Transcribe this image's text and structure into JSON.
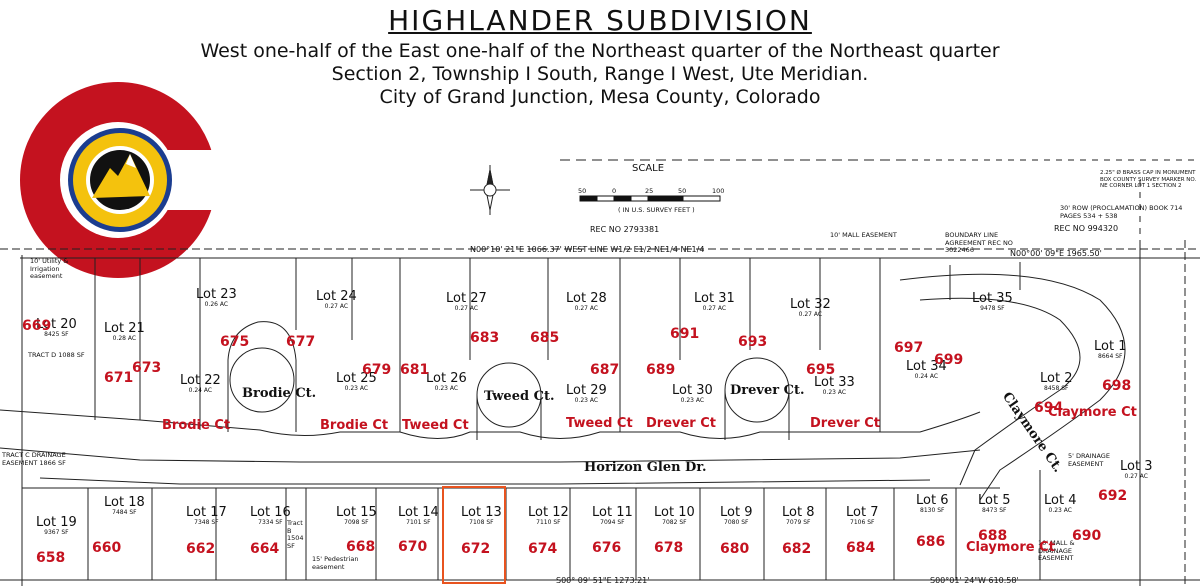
{
  "header": {
    "title": "HIGHLANDER SUBDIVISION",
    "line1": "West one-half of the East one-half of the Northeast quarter of the Northeast quarter",
    "line2": "Section 2, Township I South, Range I West, Ute Meridian.",
    "line3": "City of Grand Junction, Mesa County, Colorado"
  },
  "colors": {
    "logo_red": "#c4121f",
    "logo_blue": "#1b3d8f",
    "logo_gold": "#f4c20d",
    "address_red": "#c4121f",
    "highlight": "#e8531f"
  },
  "scale": {
    "title": "SCALE",
    "ticks": [
      "50",
      "0",
      "25",
      "50",
      "100"
    ],
    "units": "( IN U.S. SURVEY FEET )"
  },
  "rec_no_1": "REC NO 2793381",
  "rec_no_2": "REC NO 994320",
  "west_line": "N00°10' 21\"E 1066.37' WEST LINE W1/2 E1/2 NE1/4 NE1/4",
  "north_line": "N00°00' 09\"E 1965.50'",
  "south_line_1": "S00°01' 24\"W 610.58'",
  "south_line_2": "S00° 09' 51\"E 1273.21'",
  "annotations": {
    "utility": "10' Utility & Irrigation easement",
    "tract_d": "TRACT D 1088 SF",
    "tract_c": "TRACT C DRAINAGE EASEMENT 1866 SF",
    "boundary": "BOUNDARY LINE AGREEMENT REC NO 3022466",
    "row": "30' ROW (PROCLAMATION) BOOK 714 PAGES 534 + 538",
    "brass_cap": "2.25\" Ø BRASS CAP IN MONUMENT BOX COUNTY SURVEY MARKER NO. NE CORNER LOT 1 SECTION 2",
    "mall_easement": "10' MALL EASEMENT",
    "pedestrian": "15' Pedestrian easement",
    "tract_b": "Tract B 1504 SF",
    "mall_drainage": "10' MALL & DRAINAGE EASEMENT",
    "drainage_easement_3": "5' DRAINAGE EASEMENT"
  },
  "streets": {
    "brodie_ct_label": "Brodie Ct.",
    "tweed_ct_label": "Tweed Ct.",
    "drever_ct_label": "Drever Ct.",
    "horizon_glen": "Horizon Glen Dr.",
    "claymore_ct_label": "Claymore Ct.",
    "brodie_red_1": "Brodie Ct",
    "brodie_red_2": "Brodie Ct",
    "tweed_red_1": "Tweed Ct",
    "tweed_red_2": "Tweed Ct",
    "drever_red_1": "Drever Ct",
    "drever_red_2": "Drever Ct",
    "claymore_red_1": "Claymore Ct",
    "claymore_red_2": "Claymore Ct"
  },
  "lots_top": [
    {
      "lot": "Lot 20",
      "area": "8425 SF",
      "addr": "669"
    },
    {
      "lot": "Lot 21",
      "area": "0.28 AC",
      "addr": "671"
    },
    {
      "lot": "Lot 22",
      "area": "0.24 AC",
      "addr": "673"
    },
    {
      "lot": "Lot 23",
      "area": "0.26 AC",
      "addr": "675"
    },
    {
      "lot": "Lot 24",
      "area": "0.27 AC",
      "addr": "677"
    },
    {
      "lot": "Lot 25",
      "area": "0.23 AC",
      "addr": "679"
    },
    {
      "lot": "Lot 26",
      "area": "0.23 AC",
      "addr": "681"
    },
    {
      "lot": "Lot 27",
      "area": "0.27 AC",
      "addr": "683"
    },
    {
      "lot": "Lot 28",
      "area": "0.27 AC",
      "addr": "685"
    },
    {
      "lot": "Lot 29",
      "area": "0.23 AC",
      "addr": "687"
    },
    {
      "lot": "Lot 30",
      "area": "0.23 AC",
      "addr": "689"
    },
    {
      "lot": "Lot 31",
      "area": "0.27 AC",
      "addr": "691"
    },
    {
      "lot": "Lot 32",
      "area": "0.27 AC",
      "addr": "693"
    },
    {
      "lot": "Lot 33",
      "area": "0.23 AC",
      "addr": "695"
    },
    {
      "lot": "Lot 34",
      "area": "0.24 AC",
      "addr": "697"
    },
    {
      "lot": "Lot 35",
      "area": "9478 SF",
      "addr": "699"
    },
    {
      "lot": "Lot 1",
      "area": "8664 SF",
      "addr": "698"
    },
    {
      "lot": "Lot 2",
      "area": "8458 SF",
      "addr": "694"
    },
    {
      "lot": "Lot 3",
      "area": "0.27 AC",
      "addr": "692"
    }
  ],
  "lots_bottom": [
    {
      "lot": "Lot 19",
      "area": "9367 SF",
      "addr": "658"
    },
    {
      "lot": "Lot 18",
      "area": "7484 SF",
      "addr": "660"
    },
    {
      "lot": "Lot 17",
      "area": "7348 SF",
      "addr": "662"
    },
    {
      "lot": "Lot 16",
      "area": "7334 SF",
      "addr": "664"
    },
    {
      "lot": "Lot 15",
      "area": "7098 SF",
      "addr": "668"
    },
    {
      "lot": "Lot 14",
      "area": "7101 SF",
      "addr": "670"
    },
    {
      "lot": "Lot 13",
      "area": "7108 SF",
      "addr": "672"
    },
    {
      "lot": "Lot 12",
      "area": "7110 SF",
      "addr": "674"
    },
    {
      "lot": "Lot 11",
      "area": "7094 SF",
      "addr": "676"
    },
    {
      "lot": "Lot 10",
      "area": "7082 SF",
      "addr": "678"
    },
    {
      "lot": "Lot 9",
      "area": "7080 SF",
      "addr": "680"
    },
    {
      "lot": "Lot 8",
      "area": "7079 SF",
      "addr": "682"
    },
    {
      "lot": "Lot 7",
      "area": "7106 SF",
      "addr": "684"
    },
    {
      "lot": "Lot 6",
      "area": "8130 SF",
      "addr": "686"
    },
    {
      "lot": "Lot 5",
      "area": "8473 SF",
      "addr": "688"
    },
    {
      "lot": "Lot 4",
      "area": "0.23 AC",
      "addr": "690"
    }
  ]
}
